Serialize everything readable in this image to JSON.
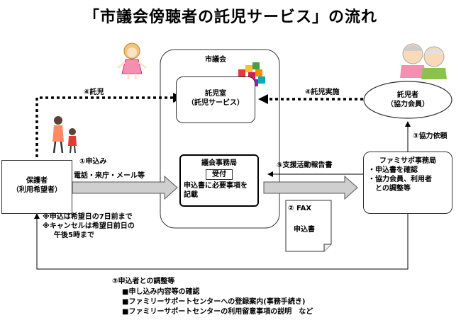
{
  "title": "「市議会傍聴者の託児サービス」の流れ",
  "council": {
    "label": "市議会"
  },
  "nursery": {
    "line1": "託児室",
    "line2": "（託児サービス）"
  },
  "office": {
    "title": "議会事務局",
    "reception": "受付",
    "line1": "申込書に必要事項を",
    "line2": "記載"
  },
  "guardian": {
    "line1": "保護者",
    "line2": "（利用希望者）"
  },
  "caregiver": {
    "line1": "託児者",
    "line2": "（協力会員）"
  },
  "famisapo": {
    "title": "ファミサポ事務局",
    "item1": "・申込書を確認",
    "item2": "・協力会員、利用者",
    "item3": "との調整等"
  },
  "steps": {
    "s1": "①申込み",
    "s1_methods": "電話・来庁・メール等",
    "s2": "② FAX",
    "s2_doc": "申込書",
    "s3_request": "③協力依頼",
    "s4_nursery": "④託児",
    "s4_impl": "④託児実施",
    "s5": "⑤支援活動報告書"
  },
  "notes": {
    "n1": "※申込は希望日の7日前まで",
    "n2": "※キャンセルは希望日前日の",
    "n3": "午後5時まで"
  },
  "coordination": {
    "title": "③申込者との調整等",
    "items": [
      "■申し込み内容等の確認",
      "■ファミリーサポートセンターへの登録案内(事務手続き)",
      "■ファミリーサポートセンターの利用留意事項の説明　など"
    ]
  },
  "colors": {
    "arrow_fill": "#cfcfcf",
    "dotted": "#000000",
    "border": "#333333"
  }
}
